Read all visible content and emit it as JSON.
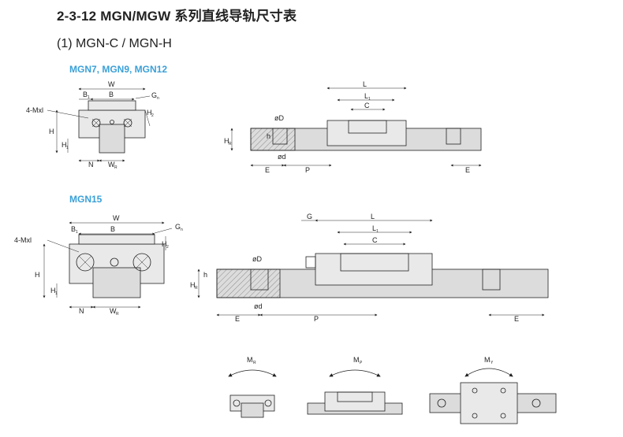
{
  "title": "2-3-12 MGN/MGW 系列直线导轨尺寸表",
  "subtitle": "(1) MGN-C / MGN-H",
  "series_small": "MGN7, MGN9, MGN12",
  "series_large": "MGN15",
  "dims": {
    "W": "W",
    "B": "B",
    "B1": "B",
    "B1_sub": "1",
    "G": "G",
    "Gn_sub": "n",
    "mxl": "4-Mxl",
    "H": "H",
    "H1": "H",
    "H1_sub": "1",
    "H2": "H",
    "H2_sub": "2",
    "N": "N",
    "WR": "W",
    "WR_sub": "R",
    "L": "L",
    "L1": "L",
    "L1_sub": "1",
    "C": "C",
    "phiD": "øD",
    "phid": "ød",
    "h": "h",
    "HR": "H",
    "HR_sub": "R",
    "E": "E",
    "P": "P"
  },
  "moments": {
    "MR": "M",
    "MR_sub": "R",
    "MP": "M",
    "MP_sub": "P",
    "MY": "M",
    "MY_sub": "Y"
  }
}
